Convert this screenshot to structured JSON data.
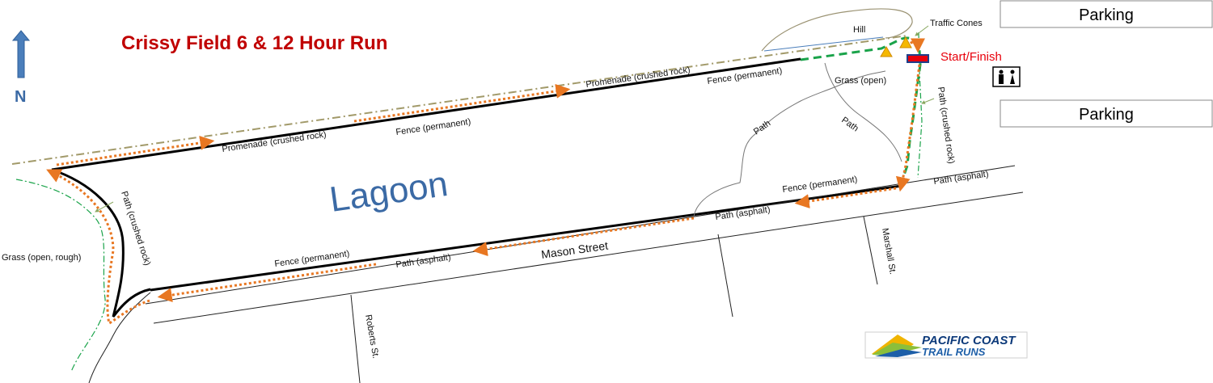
{
  "title": "Crissy Field 6 & 12 Hour Run",
  "north": "N",
  "water_body": "Lagoon",
  "start_finish": "Start/Finish",
  "parking": [
    "Parking",
    "Parking"
  ],
  "labels": {
    "hill": "Hill",
    "traffic_cones": "Traffic Cones",
    "grass_open": "Grass (open)",
    "grass_open_rough": "Grass (open, rough)",
    "promenade_1": "Promenade (crushed rock)",
    "promenade_2": "Promenade (crushed rock)",
    "fence_top_1": "Fence (permanent)",
    "fence_top_2": "Fence  (permanent)",
    "fence_bottom_1": "Fence (permanent)",
    "fence_bottom_2": "Fence (permanent)",
    "path_1": "Path",
    "path_2": "Path",
    "path_east": "Path (crushed rock)",
    "path_west": "Path (crushed rock)",
    "path_asphalt_1": "Path (asphalt)",
    "path_asphalt_2": "Path (asphalt)",
    "path_asphalt_3": "Path (asphalt)"
  },
  "streets": {
    "mason": "Mason Street",
    "marshall": "Marshall St.",
    "roberts": "Roberts St."
  },
  "logo": {
    "line1": "PACIFIC COAST",
    "line2": "TRAIL RUNS"
  },
  "colors": {
    "title": "#c00000",
    "lagoon_label": "#3b6aa5",
    "start_finish": "#e8000b",
    "course_arrows": "#e87722",
    "green_dash": "#1aa34a",
    "promenade": "#a29a6a",
    "north_arrow": "#4a7ebb",
    "cone": "#f5b800"
  }
}
